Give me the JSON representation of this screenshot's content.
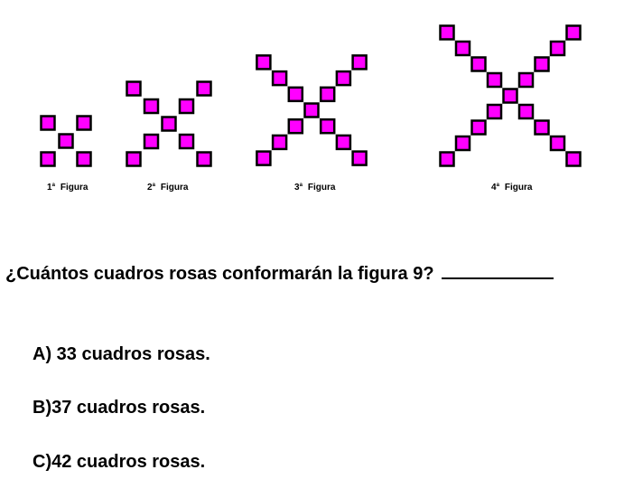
{
  "figures": [
    {
      "number": "1",
      "suffix": "a",
      "word": "Figura",
      "arm_length": 1
    },
    {
      "number": "2",
      "suffix": "a",
      "word": "Figura",
      "arm_length": 2
    },
    {
      "number": "3",
      "suffix": "a",
      "word": "Figura",
      "arm_length": 3
    },
    {
      "number": "4",
      "suffix": "a",
      "word": "Figura",
      "arm_length": 4
    }
  ],
  "question": {
    "text": "¿Cuántos cuadros rosas conformarán la figura 9?"
  },
  "options": [
    {
      "letter": "A)",
      "text": " 33 cuadros rosas."
    },
    {
      "letter": "B)",
      "text": "37 cuadros rosas."
    },
    {
      "letter": "C)",
      "text": "42 cuadros rosas."
    }
  ],
  "colors": {
    "square_fill": "#ff00ff",
    "square_stroke": "#000000"
  }
}
